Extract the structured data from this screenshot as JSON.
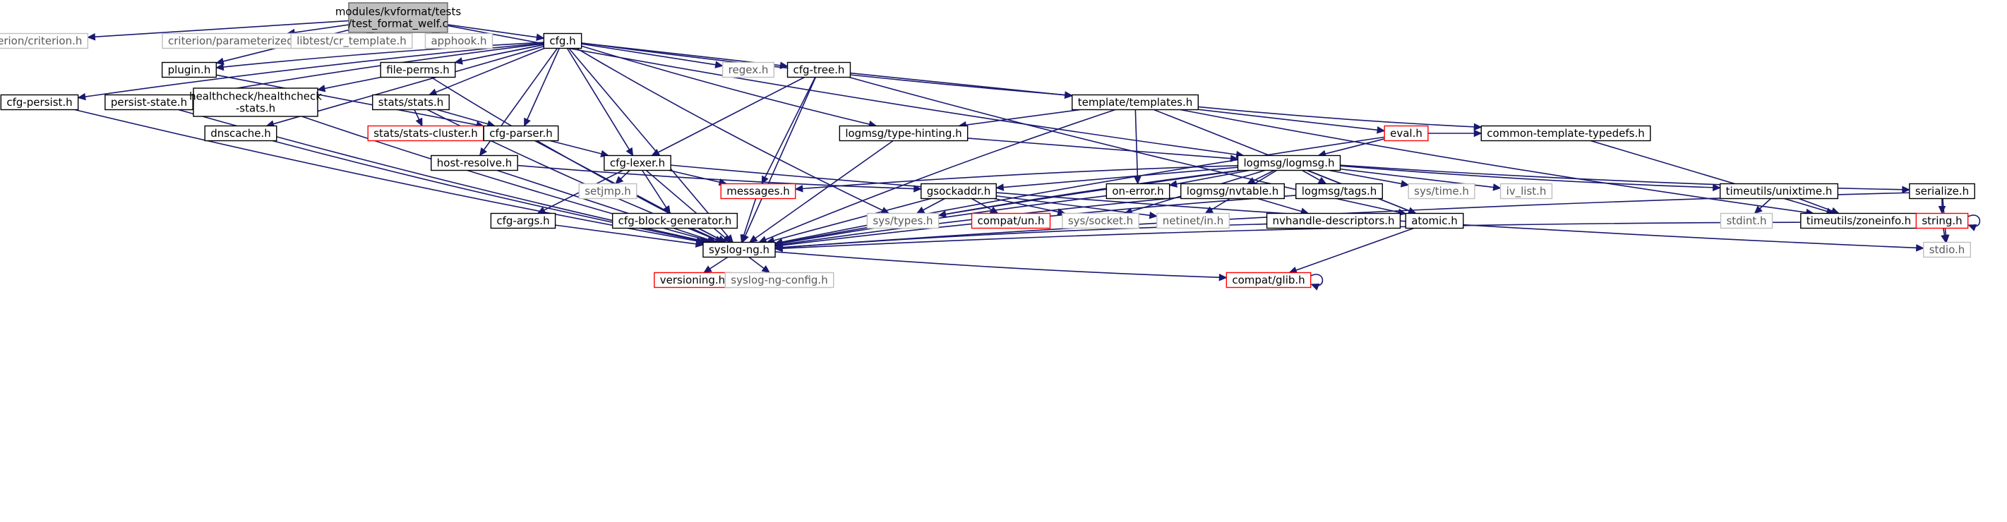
{
  "graph": {
    "nodes": [
      {
        "id": "root",
        "label": "modules/kvformat/tests\n/test_format_welf.c",
        "kind": "root",
        "link": false
      },
      {
        "id": "criterion",
        "label": "criterion/criterion.h",
        "kind": "gray",
        "link": false
      },
      {
        "id": "parameterized",
        "label": "criterion/parameterized.h",
        "kind": "gray",
        "link": false
      },
      {
        "id": "crtemplate",
        "label": "libtest/cr_template.h",
        "kind": "gray",
        "link": false
      },
      {
        "id": "apphook",
        "label": "apphook.h",
        "kind": "gray",
        "link": false
      },
      {
        "id": "cfg",
        "label": "cfg.h",
        "kind": "normal",
        "link": true
      },
      {
        "id": "plugin",
        "label": "plugin.h",
        "kind": "normal",
        "link": true
      },
      {
        "id": "fileperms",
        "label": "file-perms.h",
        "kind": "normal",
        "link": true
      },
      {
        "id": "regex",
        "label": "regex.h",
        "kind": "gray",
        "link": false
      },
      {
        "id": "cfgtree",
        "label": "cfg-tree.h",
        "kind": "normal",
        "link": true
      },
      {
        "id": "cfgpersist",
        "label": "cfg-persist.h",
        "kind": "normal",
        "link": true
      },
      {
        "id": "persiststate",
        "label": "persist-state.h",
        "kind": "normal",
        "link": true
      },
      {
        "id": "healthcheck",
        "label": "healthcheck/healthcheck\n-stats.h",
        "kind": "normal",
        "link": true
      },
      {
        "id": "statsstats",
        "label": "stats/stats.h",
        "kind": "normal",
        "link": true
      },
      {
        "id": "templates",
        "label": "template/templates.h",
        "kind": "normal",
        "link": true
      },
      {
        "id": "statscluster",
        "label": "stats/stats-cluster.h",
        "kind": "red",
        "link": true
      },
      {
        "id": "cfgparser",
        "label": "cfg-parser.h",
        "kind": "normal",
        "link": true
      },
      {
        "id": "dnscache",
        "label": "dnscache.h",
        "kind": "normal",
        "link": true
      },
      {
        "id": "typehinting",
        "label": "logmsg/type-hinting.h",
        "kind": "normal",
        "link": true
      },
      {
        "id": "eval",
        "label": "eval.h",
        "kind": "red",
        "link": true
      },
      {
        "id": "commontemplate",
        "label": "common-template-typedefs.h",
        "kind": "normal",
        "link": true
      },
      {
        "id": "hostresolve",
        "label": "host-resolve.h",
        "kind": "normal",
        "link": true
      },
      {
        "id": "cfglexer",
        "label": "cfg-lexer.h",
        "kind": "normal",
        "link": true
      },
      {
        "id": "logmsg",
        "label": "logmsg/logmsg.h",
        "kind": "normal",
        "link": true
      },
      {
        "id": "setjmp",
        "label": "setjmp.h",
        "kind": "gray",
        "link": false
      },
      {
        "id": "messages",
        "label": "messages.h",
        "kind": "red",
        "link": true
      },
      {
        "id": "gsockaddr",
        "label": "gsockaddr.h",
        "kind": "normal",
        "link": true
      },
      {
        "id": "onerror",
        "label": "on-error.h",
        "kind": "normal",
        "link": true
      },
      {
        "id": "nvtable",
        "label": "logmsg/nvtable.h",
        "kind": "normal",
        "link": true
      },
      {
        "id": "tags",
        "label": "logmsg/tags.h",
        "kind": "normal",
        "link": true
      },
      {
        "id": "systime",
        "label": "sys/time.h",
        "kind": "gray",
        "link": false
      },
      {
        "id": "ivlist",
        "label": "iv_list.h",
        "kind": "gray",
        "link": false
      },
      {
        "id": "unixtime",
        "label": "timeutils/unixtime.h",
        "kind": "normal",
        "link": true
      },
      {
        "id": "serialize",
        "label": "serialize.h",
        "kind": "normal",
        "link": true
      },
      {
        "id": "cfgargs",
        "label": "cfg-args.h",
        "kind": "normal",
        "link": true
      },
      {
        "id": "cfgblock",
        "label": "cfg-block-generator.h",
        "kind": "normal",
        "link": true
      },
      {
        "id": "systypes",
        "label": "sys/types.h",
        "kind": "gray",
        "link": false
      },
      {
        "id": "compatun",
        "label": "compat/un.h",
        "kind": "red",
        "link": true
      },
      {
        "id": "syssocket",
        "label": "sys/socket.h",
        "kind": "gray",
        "link": false
      },
      {
        "id": "netinet",
        "label": "netinet/in.h",
        "kind": "gray",
        "link": false
      },
      {
        "id": "nvhandle",
        "label": "nvhandle-descriptors.h",
        "kind": "normal",
        "link": true
      },
      {
        "id": "atomic",
        "label": "atomic.h",
        "kind": "normal",
        "link": true
      },
      {
        "id": "stdint",
        "label": "stdint.h",
        "kind": "gray",
        "link": false
      },
      {
        "id": "zoneinfo",
        "label": "timeutils/zoneinfo.h",
        "kind": "normal",
        "link": true
      },
      {
        "id": "string",
        "label": "string.h",
        "kind": "red",
        "link": true
      },
      {
        "id": "syslogng",
        "label": "syslog-ng.h",
        "kind": "normal",
        "link": true
      },
      {
        "id": "stdio",
        "label": "stdio.h",
        "kind": "gray",
        "link": false
      },
      {
        "id": "versioning",
        "label": "versioning.h",
        "kind": "red",
        "link": true
      },
      {
        "id": "syslogngconfig",
        "label": "syslog-ng-config.h",
        "kind": "gray",
        "link": false
      },
      {
        "id": "compatglib",
        "label": "compat/glib.h",
        "kind": "red",
        "link": true
      }
    ],
    "edges": [
      [
        "root",
        "criterion"
      ],
      [
        "root",
        "parameterized"
      ],
      [
        "root",
        "crtemplate"
      ],
      [
        "root",
        "apphook"
      ],
      [
        "root",
        "cfg"
      ],
      [
        "root",
        "plugin"
      ],
      [
        "root",
        "logmsg"
      ],
      [
        "cfg",
        "plugin"
      ],
      [
        "cfg",
        "fileperms"
      ],
      [
        "cfg",
        "regex"
      ],
      [
        "cfg",
        "cfgtree"
      ],
      [
        "cfg",
        "cfgpersist"
      ],
      [
        "cfg",
        "persiststate"
      ],
      [
        "cfg",
        "healthcheck"
      ],
      [
        "cfg",
        "statsstats"
      ],
      [
        "cfg",
        "templates"
      ],
      [
        "cfg",
        "cfgparser"
      ],
      [
        "cfg",
        "dnscache"
      ],
      [
        "cfg",
        "typehinting"
      ],
      [
        "cfg",
        "hostresolve"
      ],
      [
        "cfg",
        "cfglexer"
      ],
      [
        "cfg",
        "systypes"
      ],
      [
        "cfg",
        "syslogng"
      ],
      [
        "plugin",
        "cfgparser"
      ],
      [
        "fileperms",
        "syslogng"
      ],
      [
        "cfgpersist",
        "syslogng"
      ],
      [
        "persiststate",
        "syslogng"
      ],
      [
        "healthcheck",
        "syslogng"
      ],
      [
        "dnscache",
        "syslogng"
      ],
      [
        "statsstats",
        "statscluster"
      ],
      [
        "statsstats",
        "cfgparser"
      ],
      [
        "statsstats",
        "syslogng"
      ],
      [
        "cfgtree",
        "templates"
      ],
      [
        "cfgtree",
        "cfglexer"
      ],
      [
        "cfgtree",
        "messages"
      ],
      [
        "cfgtree",
        "atomic"
      ],
      [
        "cfgtree",
        "syslogng"
      ],
      [
        "templates",
        "typehinting"
      ],
      [
        "templates",
        "eval"
      ],
      [
        "templates",
        "commontemplate"
      ],
      [
        "templates",
        "onerror"
      ],
      [
        "templates",
        "zoneinfo"
      ],
      [
        "templates",
        "atomic"
      ],
      [
        "templates",
        "syslogng"
      ],
      [
        "cfgparser",
        "cfglexer"
      ],
      [
        "cfgparser",
        "syslogng"
      ],
      [
        "typehinting",
        "logmsg"
      ],
      [
        "typehinting",
        "syslogng"
      ],
      [
        "eval",
        "logmsg"
      ],
      [
        "eval",
        "commontemplate"
      ],
      [
        "eval",
        "syslogng"
      ],
      [
        "commontemplate",
        "zoneinfo"
      ],
      [
        "hostresolve",
        "gsockaddr"
      ],
      [
        "hostresolve",
        "syslogng"
      ],
      [
        "cfglexer",
        "setjmp"
      ],
      [
        "cfglexer",
        "messages"
      ],
      [
        "cfglexer",
        "cfgargs"
      ],
      [
        "cfglexer",
        "cfgblock"
      ],
      [
        "cfglexer",
        "syslogng"
      ],
      [
        "cfglexer",
        "stdio"
      ],
      [
        "logmsg",
        "messages"
      ],
      [
        "logmsg",
        "gsockaddr"
      ],
      [
        "logmsg",
        "onerror"
      ],
      [
        "logmsg",
        "nvtable"
      ],
      [
        "logmsg",
        "tags"
      ],
      [
        "logmsg",
        "systime"
      ],
      [
        "logmsg",
        "ivlist"
      ],
      [
        "logmsg",
        "unixtime"
      ],
      [
        "logmsg",
        "serialize"
      ],
      [
        "logmsg",
        "systypes"
      ],
      [
        "logmsg",
        "syssocket"
      ],
      [
        "logmsg",
        "netinet"
      ],
      [
        "logmsg",
        "atomic"
      ],
      [
        "logmsg",
        "syslogng"
      ],
      [
        "messages",
        "syslogng"
      ],
      [
        "gsockaddr",
        "systypes"
      ],
      [
        "gsockaddr",
        "compatun"
      ],
      [
        "gsockaddr",
        "syssocket"
      ],
      [
        "gsockaddr",
        "netinet"
      ],
      [
        "gsockaddr",
        "syslogng"
      ],
      [
        "onerror",
        "syslogng"
      ],
      [
        "nvtable",
        "nvhandle"
      ],
      [
        "nvtable",
        "syslogng"
      ],
      [
        "tags",
        "syslogng"
      ],
      [
        "unixtime",
        "stdint"
      ],
      [
        "unixtime",
        "zoneinfo"
      ],
      [
        "serialize",
        "string"
      ],
      [
        "serialize",
        "stdio"
      ],
      [
        "serialize",
        "syslogng"
      ],
      [
        "string",
        "string"
      ],
      [
        "string",
        "stdio"
      ],
      [
        "cfgargs",
        "syslogng"
      ],
      [
        "cfgblock",
        "syslogng"
      ],
      [
        "nvhandle",
        "syslogng"
      ],
      [
        "atomic",
        "compatglib"
      ],
      [
        "zoneinfo",
        "syslogng"
      ],
      [
        "syslogng",
        "versioning"
      ],
      [
        "syslogng",
        "syslogngconfig"
      ],
      [
        "syslogng",
        "compatglib"
      ],
      [
        "compatglib",
        "compatglib"
      ]
    ]
  }
}
